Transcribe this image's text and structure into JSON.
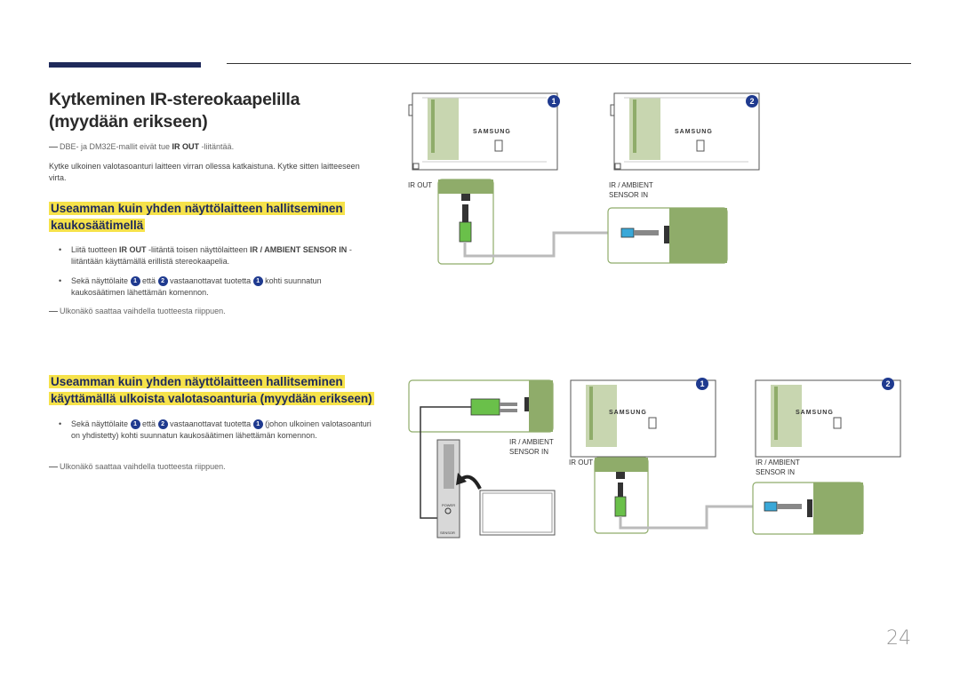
{
  "page": {
    "title": "Kytkeminen IR-stereokaapelilla (myydään erikseen)",
    "note1": {
      "prefix": "DBE- ja DM32E-mallit eivät tue ",
      "bold": "IR OUT",
      "suffix": " -liitäntää."
    },
    "intro": "Kytke ulkoinen valotasoanturi laitteen virran ollessa katkaistuna. Kytke sitten laitteeseen virta.",
    "section1": {
      "heading_line1": "Useamman kuin yhden näyttölaitteen hallitseminen",
      "heading_line2": "kaukosäätimellä",
      "bullet1": {
        "a": "Liitä tuotteen ",
        "b": "IR OUT",
        "c": " -liitäntä toisen näyttölaitteen ",
        "d": "IR / AMBIENT SENSOR IN",
        "e": " -liitäntään käyttämällä erillistä stereokaapelia."
      },
      "bullet2": {
        "a": "Sekä näyttölaite ",
        "n1": "1",
        "b": " että ",
        "n2": "2",
        "c": " vastaanottavat tuotetta ",
        "n3": "1",
        "d": " kohti suunnatun kaukosäätimen lähettämän komennon."
      },
      "note": "Ulkonäkö saattaa vaihdella tuotteesta riippuen."
    },
    "section2": {
      "heading_line1": "Useamman kuin yhden näyttölaitteen hallitseminen",
      "heading_line2": "käyttämällä ulkoista valotasoanturia (myydään erikseen)",
      "bullet1": {
        "a": "Sekä näyttölaite ",
        "n1": "1",
        "b": " että ",
        "n2": "2",
        "c": " vastaanottavat tuotetta ",
        "n3": "1",
        "d": " (johon ulkoinen valotasoanturi on yhdistetty) kohti suunnatun kaukosäätimen lähettämän komennon."
      },
      "note": "Ulkonäkö saattaa vaihdella tuotteesta riippuen."
    },
    "diagram": {
      "badge1": "1",
      "badge2": "2",
      "brand": "SAMSUNG",
      "ir_out": "IR OUT",
      "ir_ambient_line1": "IR / AMBIENT",
      "ir_ambient_line2": "SENSOR IN",
      "sensor_power": "POWER",
      "sensor_label": "SENSOR"
    },
    "page_number": "24",
    "colors": {
      "accent": "#1f2a5b",
      "highlight": "#f6e24a",
      "green": "#8fac6a",
      "badge": "#1f3a8f"
    }
  }
}
